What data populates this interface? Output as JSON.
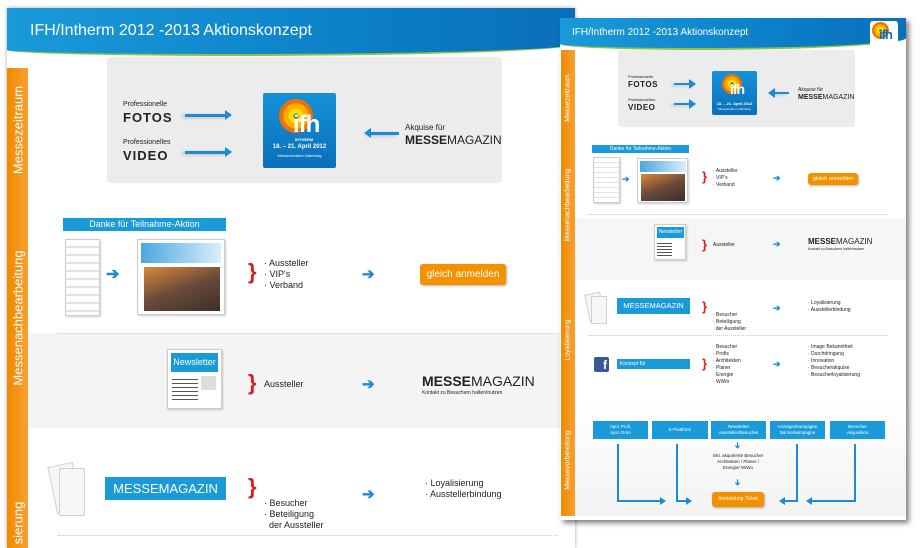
{
  "title": "IFH/Intherm 2012 -2013 Aktionskonzept",
  "colors": {
    "blue": "#1a9ad9",
    "orange": "#f39200",
    "red": "#d81e1e",
    "green": "#8cc63f"
  },
  "logo": {
    "text": "ifh",
    "sub": "INTHERM",
    "dates": "18. – 21. April 2012",
    "venue": "Messezentrum Nürnberg"
  },
  "sections": [
    "Messezeitraum",
    "Messenachbearbeitung",
    "Loyalisierung",
    "Messevorbereitung"
  ],
  "left_partial_section": "sierung",
  "messezeitraum": {
    "foto_small": "Professionelle",
    "foto_big": "FOTOS",
    "video_small": "Professionelles",
    "video_big": "VIDEO",
    "akquise": "Akquise für",
    "mm_bold": "MESSE",
    "mm_rest": "MAGAZIN"
  },
  "nachbearbeitung": {
    "banner": "Danke für Teilnahme-Aktion",
    "targets": [
      "· Aussteller",
      "· VIP's",
      "· Verband"
    ],
    "button": "gleich anmelden",
    "newsletter": "Newsletter",
    "nl_target": "Aussteller",
    "mm_sub": "Kontakt zu Besuchern halten/nutzen"
  },
  "loyalisierung": {
    "mm_box": "MESSEMAGAZIN",
    "targets": [
      "· Besucher",
      "· Beteiligung",
      "  der Aussteller"
    ],
    "results": [
      "· Loyalisierung",
      "· Ausstellerbindung"
    ],
    "fb_label": "Konzept für",
    "fb_targets": [
      "· Besucher",
      "· Profis",
      "· Architekten",
      "· Planer",
      "· Energie",
      "· WiWo"
    ],
    "fb_results": [
      "· Image Bekanntheit",
      "· Durchdringung",
      "· Innovation",
      "· Besucherakquise",
      "· Besucherloyalisierung"
    ]
  },
  "vorbereitung": {
    "boxes": [
      [
        "Apro Profi,",
        "Apro Grün"
      ],
      [
        "E-Plattform",
        ""
      ],
      [
        "Newsletter",
        "Aussteller/Besucher"
      ],
      [
        "Anzeigenkampagne",
        "Bannerkampagne"
      ],
      [
        "Besucher",
        "Akquisition"
      ]
    ],
    "middle_text": [
      "Inkl. akquirierte Besucher",
      "Architekten / Planer /",
      "Energie/ WiWo"
    ],
    "ticket": "Anmeldung Ticket"
  }
}
